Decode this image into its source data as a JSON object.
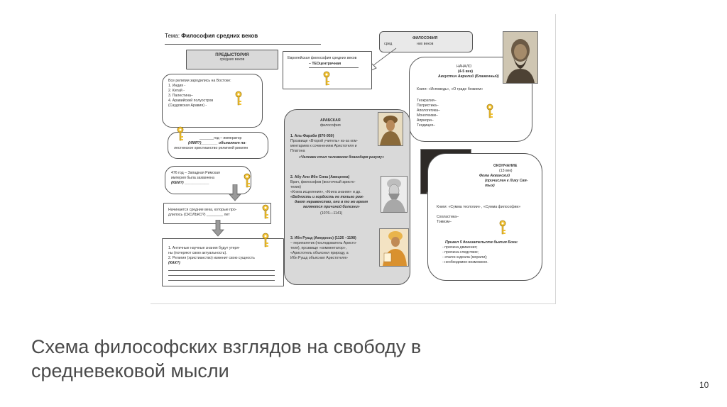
{
  "slide": {
    "title_line1": "Схема философских взглядов на свободу в",
    "title_line2": "средневековой мысли",
    "page_number": "10"
  },
  "worksheet": {
    "topic_label": "Тема:",
    "topic": "Философия средних веков",
    "prehistory": {
      "heading": "ПРЕДЫСТОРИЯ",
      "sub": "средних веков"
    },
    "religions": {
      "intro": "Все религии зародились на Востоке:",
      "items": [
        "1. Индия -",
        "2. Китай -",
        "3. Палестина–",
        "4. Аравийский полуостров",
        "(Саудовская Аравия) -"
      ]
    },
    "emperor": {
      "line1": "_______год – император",
      "line2": "(ИМЯ?)________ объявляет па-",
      "line3": "лестинское христианство религией римлян"
    },
    "rome_fall": {
      "line1": "476 год – Западная Римская",
      "line2": "империя была захвачена",
      "line3": "(КЕМ?) ____________"
    },
    "middle_ages_start": {
      "line1": "Начинается средние века, которые про-",
      "line2": "длилось (СКОЛЬКО?) ________ лет"
    },
    "consequences": {
      "line1": "1. Античные научные знания будут утеря-",
      "line2": "ны (потеряют свою актуальность).",
      "line3": "2. Религия (христианство) изменит свою сущность",
      "line4": "(КАК?)"
    },
    "philosophy_box": {
      "heading": "ФИЛОСОФИЯ",
      "left": "сред",
      "sub": "них веков"
    },
    "european": {
      "line1": "Европейская философия средних веков",
      "line2": "– ТЕОцентричная"
    },
    "beginning": {
      "heading": "НАЧАЛО",
      "century": "(4-5 век)",
      "name": "Августин Аврелий (Блаженный)",
      "books": "Книги: «Исповедь», «О граде божием»",
      "terms": [
        "Теократия–",
        "Патристика–",
        "Апологетика–",
        "Монотеизм–",
        "Априори–",
        "Теодицея–"
      ]
    },
    "arab": {
      "heading": "АРАБСКАЯ",
      "sub": "философия",
      "p1_1": "1. Аль-Фараби (870-950)",
      "p1_2": "Прозвище «Второй учитель» из-за ком-",
      "p1_3": "ментариев к сочинениям Аристотеля и",
      "p1_4": "Платона",
      "p1_5": "«Человек стал человеком благодаря разуму»",
      "p2_1": "2. Абу Али Ибн Сина (Авиценна)",
      "p2_2": "Врач, философов (восточный аристо-",
      "p2_3": "телик)",
      "p2_4": "«Книга исцеления», «Книга знания» и др.",
      "p2_5": "«Бедность и гордость не только рож-",
      "p2_6": "дают неравенство, они в то же время",
      "p2_7": "являются причиной болезни»",
      "p2_8": "(1076—1141)",
      "p3_1": "3. Ибн Рушд (Аверроэс) (1126 –1198)",
      "p3_2": "– перипатетик (последователь Аристо-",
      "p3_3": "теля), прозвище «комментатор»,",
      "p3_4": "«Аристотель объяснил природу, а",
      "p3_5": "Ибн Рушд объяснил Аристотеля»"
    },
    "ending": {
      "heading": "ОКОНЧАНИЕ",
      "century": "(13 век)",
      "name": "Фома Аквинский",
      "name2": "(причислен к Лику Свя-",
      "name3": "тых)",
      "books": "Книги: «Сумма теологии» , «Сумма философии»",
      "terms": [
        "Схоластика–",
        "Томизм–"
      ],
      "proofs_title": "Привел 5 доказательств бытия Бога:",
      "proofs": [
        "- причина движения;",
        "- причина-следствие;",
        "- эталон идеала (морали);",
        "- необходимое-возможное."
      ]
    }
  }
}
